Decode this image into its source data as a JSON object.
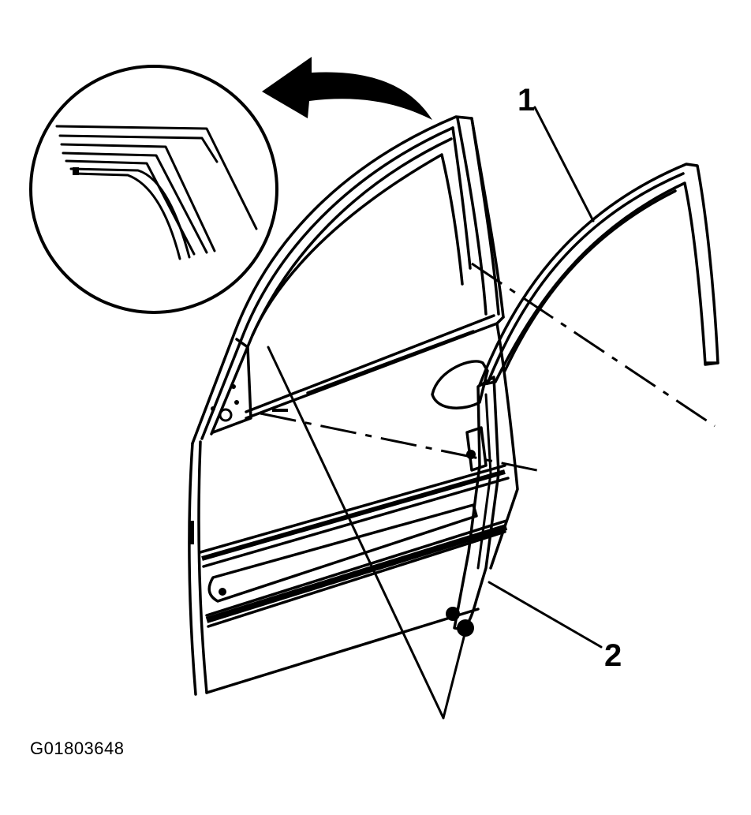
{
  "diagram": {
    "callouts": [
      "1",
      "2"
    ],
    "figure_id": "G01803648"
  }
}
